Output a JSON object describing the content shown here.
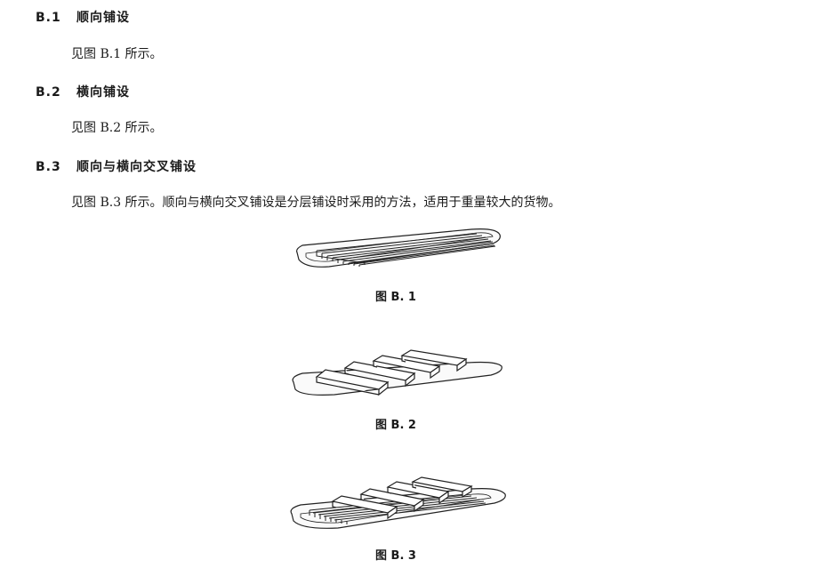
{
  "sections": [
    {
      "number": "B.1",
      "title": "顺向铺设",
      "text": "见图 B.1 所示。"
    },
    {
      "number": "B.2",
      "title": "横向铺设",
      "text": "见图 B.2 所示。"
    },
    {
      "number": "B.3",
      "title": "顺向与横向交叉铺设",
      "text": "见图 B.3 所示。顺向与横向交叉铺设是分层铺设时采用的方法，适用于重量较大的货物。"
    }
  ],
  "figures": [
    {
      "caption": "图 B. 1"
    },
    {
      "caption": "图 B. 2"
    },
    {
      "caption": "图 B. 3"
    }
  ]
}
